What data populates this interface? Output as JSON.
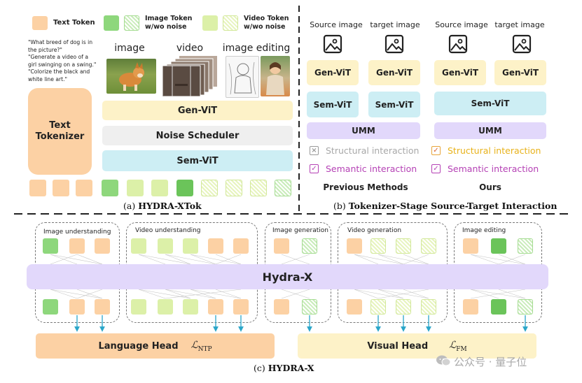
{
  "legend": {
    "text_token": "Text Token",
    "image_token": "Image Token",
    "video_token": "Video Token",
    "wo_noise": "w/wo noise"
  },
  "xtok": {
    "prompts": [
      "\"What breed of dog is in the picture?\"",
      "\"Generate a video of a girl swinging on a swing.\"",
      "\"Colorize the black and white line art.\""
    ],
    "tokenizer": "Text Tokenizer",
    "thumb_labels": [
      "image",
      "video",
      "image editing"
    ],
    "gen_vit": "Gen-ViT",
    "noise_scheduler": "Noise Scheduler",
    "sem_vit": "Sem-ViT",
    "caption_prefix": "(a)",
    "caption_bold": "HYDRA-XTok"
  },
  "interaction": {
    "source_image": "Source image",
    "target_image": "target image",
    "gen_vit": "Gen-ViT",
    "sem_vit": "Sem-ViT",
    "umm": "UMM",
    "structural": "Structural interaction",
    "semantic": "Semantic interaction",
    "previous_methods": "Previous Methods",
    "ours": "Ours",
    "caption_prefix": "(b)",
    "caption_bold": "Tokenizer-Stage Source-Target Interaction"
  },
  "hydra": {
    "groups": [
      "Image understanding",
      "Video understanding",
      "Image generation",
      "Video generation",
      "Image editing"
    ],
    "core": "Hydra-X",
    "language_head": "Language Head",
    "language_loss": "ℒ",
    "language_loss_sub": "NTP",
    "visual_head": "Visual Head",
    "visual_loss": "ℒ",
    "visual_loss_sub": "FM",
    "caption_prefix": "(c)",
    "caption_bold": "HYDRA-X"
  },
  "watermark": "公众号 · 量子位",
  "colors": {
    "text_token": "#fcd1a4",
    "image_token": "#8ed77c",
    "video_token": "#dcf0a8",
    "gen_vit": "#fdf2c8",
    "sem_vit": "#cdeef4",
    "umm": "#e2d8fb",
    "structural_accent": "#e8a53a",
    "semantic_accent": "#b541b5",
    "arrow": "#2aa6c9"
  }
}
